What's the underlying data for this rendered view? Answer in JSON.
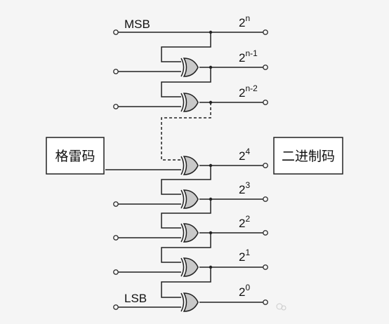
{
  "inputs": {
    "msb_label": "MSB",
    "lsb_label": "LSB"
  },
  "left_box": {
    "text": "格雷码"
  },
  "right_box": {
    "text": "二进制码"
  },
  "outputs": [
    {
      "base": "2",
      "exp": "n"
    },
    {
      "base": "2",
      "exp": "n-1"
    },
    {
      "base": "2",
      "exp": "n-2"
    },
    {
      "base": "2",
      "exp": "4"
    },
    {
      "base": "2",
      "exp": "3"
    },
    {
      "base": "2",
      "exp": "2"
    },
    {
      "base": "2",
      "exp": "1"
    },
    {
      "base": "2",
      "exp": "0"
    }
  ],
  "colors": {
    "gate_fill": "#c9c9c9",
    "line": "#222222",
    "background": "#f5f5f5"
  }
}
